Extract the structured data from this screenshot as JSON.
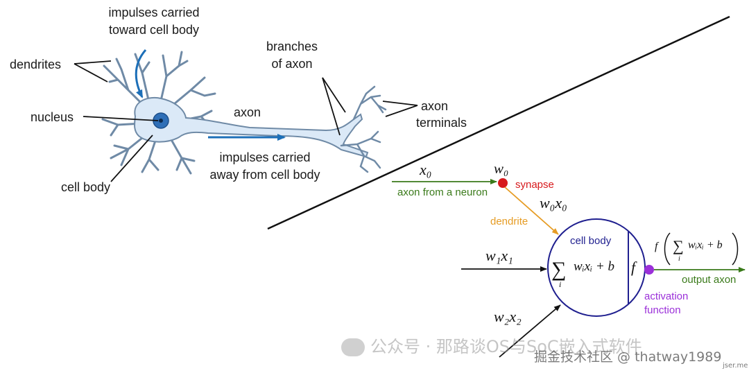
{
  "neuron": {
    "impulses_toward": [
      "impulses carried",
      "toward cell body"
    ],
    "dendrites": "dendrites",
    "branches_of_axon": [
      "branches",
      "of axon"
    ],
    "nucleus": "nucleus",
    "axon": "axon",
    "axon_terminals": [
      "axon",
      "terminals"
    ],
    "impulses_away": [
      "impulses carried",
      "away from cell body"
    ],
    "cell_body": "cell body"
  },
  "model": {
    "x0": "x₀",
    "w0": "w₀",
    "synapse": "synapse",
    "axon_from_neuron": "axon from a neuron",
    "w0x0": "w₀x₀",
    "dendrite": "dendrite",
    "cell_body": "cell body",
    "w1x1": "w₁x₁",
    "sum_symbol": "∑",
    "sum_index": "i",
    "sum_expr": "wᵢxᵢ + b",
    "f": "f",
    "output_expr_f": "f",
    "output_expr_sum": "∑",
    "output_expr_index": "i",
    "output_expr_body": "wᵢxᵢ + b",
    "output_axon": "output axon",
    "activation_function": [
      "activation",
      "function"
    ],
    "w2x2": "w₂x₂"
  },
  "watermark": {
    "wechat": "公众号 · 那路谈OS与SoC嵌入式软件",
    "juejin": "掘金技术社区 @ thatway1989",
    "site": "jser.me"
  },
  "colors": {
    "neuron_fill": "#dbe9f7",
    "neuron_stroke": "#6f8aa6",
    "nucleus": "#2f6fb7",
    "arrow_blue": "#1c6fb8",
    "green": "#3a7a1a",
    "red": "#d7191c",
    "orange": "#e69c24",
    "navy": "#1f1f8f",
    "purple": "#9b30d9"
  }
}
